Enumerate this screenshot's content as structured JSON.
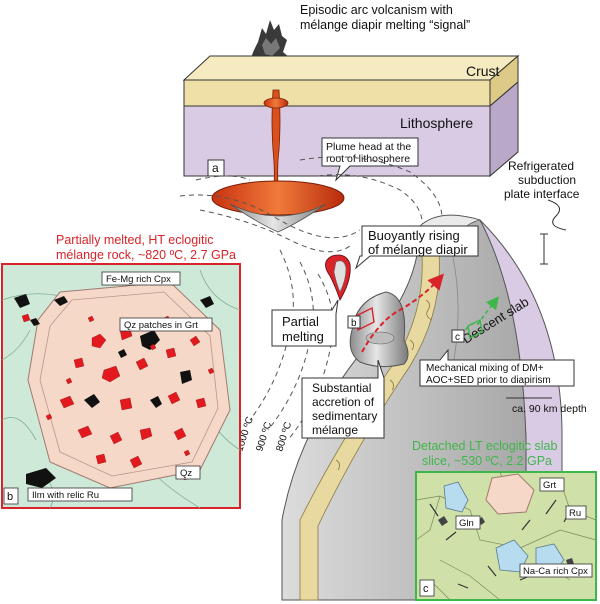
{
  "colors": {
    "crust": "#efe0a8",
    "lithosphere": "#d9cbe4",
    "slab_grey": "#c9c9c9",
    "sediment": "#e8d9a0",
    "plume": "#d9501c",
    "panel_b_border": "#d8232a",
    "panel_c_border": "#3fb64a",
    "cpx_green": "#cfe9d8",
    "garnet_pink": "#f6d8c8",
    "melt_red": "#e2191e",
    "slab_matrix_green": "#cfe0a8",
    "gln_blue": "#b8dcef"
  },
  "main": {
    "title_line1": "Episodic arc volcanism with",
    "title_line2": "mélange diapir melting “signal”",
    "crust_label": "Crust",
    "lithosphere_label": "Lithosphere",
    "panel_a_tag": "a",
    "plume_head_line1": "Plume head at the",
    "plume_head_line2": "root of lithosphere",
    "refrig_line1": "Refrigerated",
    "refrig_line2": "subduction",
    "refrig_line3": "plate interface",
    "buoyant_line1": "Buoyantly rising",
    "buoyant_line2": "of mélange diapir",
    "partial_line1": "Partial",
    "partial_line2": "melting",
    "accretion_line1": "Substantial",
    "accretion_line2": "accretion of",
    "accretion_line3": "sedimentary",
    "accretion_line4": "mélange",
    "descent_slab": "Descent slab",
    "mixing_line1": "Mechanical mixing of DM+",
    "mixing_line2": "AOC+SED prior to diapirism",
    "depth_label": "ca. 90 km depth",
    "iso_1000": "1000 ºC",
    "iso_900": "900 ºC",
    "iso_800": "800 ºC",
    "tag_b": "b",
    "tag_c": "c"
  },
  "panel_b": {
    "title_line1": "Partially melted, HT eclogitic",
    "title_line2": "mélange rock, ~820 ºC, 2.7 GPa",
    "label_cpx": "Fe-Mg rich Cpx",
    "label_qz_patches": "Qz patches in Grt",
    "label_qz": "Qz",
    "label_ilm": "Ilm with relic Ru",
    "tag": "b"
  },
  "panel_c": {
    "title_line1": "Detached LT eclogitic slab",
    "title_line2": "slice, ~530 ºC, 2.2 GPa",
    "label_grt": "Grt",
    "label_gln": "Gln",
    "label_ru": "Ru",
    "label_naca": "Na-Ca rich Cpx",
    "tag": "c"
  }
}
